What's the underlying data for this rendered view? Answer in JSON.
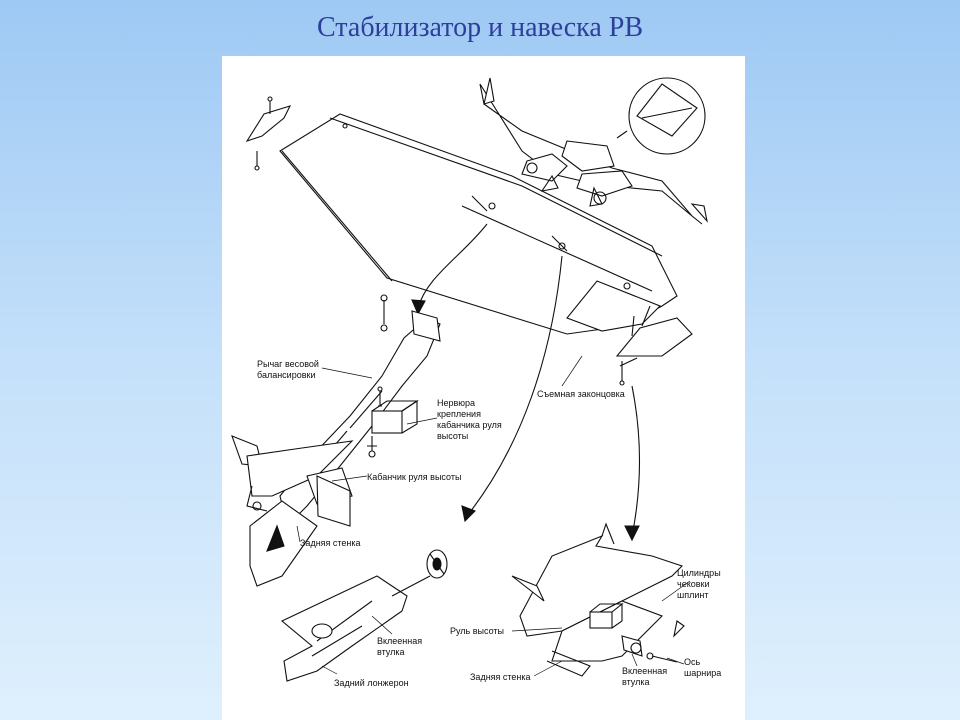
{
  "title": "Стабилизатор и навеска РВ",
  "labels": {
    "lever_1": "Рычаг весовой",
    "lever_2": "балансировки",
    "rib_1": "Нервюра",
    "rib_2": "крепления",
    "rib_3": "кабанчика руля",
    "rib_4": "высоты",
    "tip": "Съемная законцовка",
    "horn": "Кабанчик руля высоты",
    "rear_wall": "Задняя стенка",
    "bush_1": "Вклеенная",
    "bush_2": "втулка",
    "rear_spar": "Задний лонжерон",
    "hinge_1": "Цилиндры",
    "hinge_2": "чековки",
    "hinge_3": "шплинт",
    "elevator": "Руль высоты",
    "rear_wall_2": "Задняя стенка",
    "bush2_1": "Вклеенная",
    "bush2_2": "втулка",
    "axis_1": "Ось",
    "axis_2": "шарнира"
  }
}
